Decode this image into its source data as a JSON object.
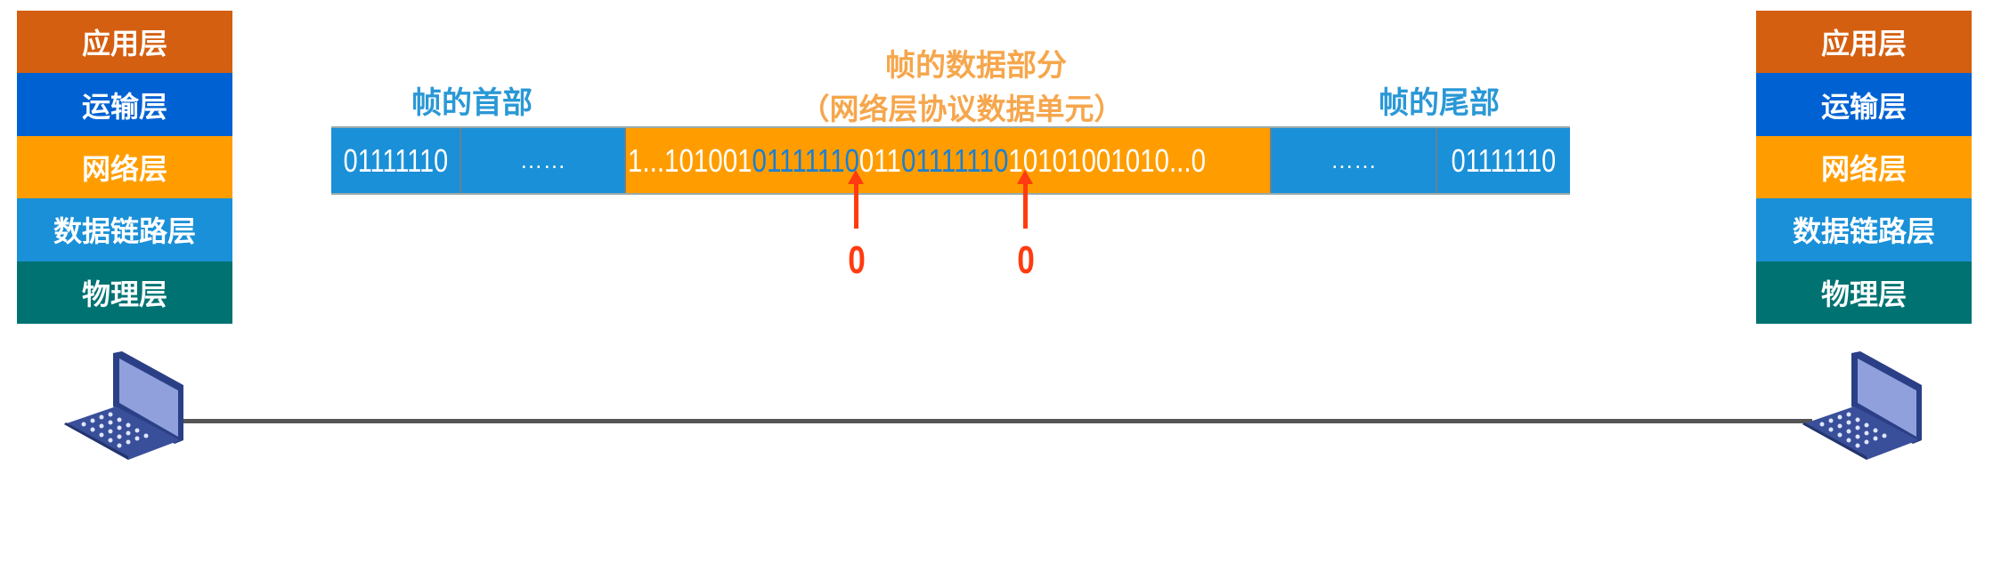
{
  "layers": [
    {
      "label": "应用层",
      "color": "#d45f10"
    },
    {
      "label": "运输层",
      "color": "#0062d2"
    },
    {
      "label": "网络层",
      "color": "#ff9d00"
    },
    {
      "label": "数据链路层",
      "color": "#1a90d8"
    },
    {
      "label": "物理层",
      "color": "#007272"
    }
  ],
  "frame": {
    "header_label": "帧的首部",
    "data_label": "帧的数据部分",
    "data_sublabel": "（网络层协议数据单元）",
    "trailer_label": "帧的尾部",
    "flag_start": "01111110",
    "header_ellipsis": "……",
    "data_parts": [
      "1...101001",
      "01111110",
      "011",
      "01111110",
      "10101001010...0"
    ],
    "trailer_ellipsis": "……",
    "flag_end": "01111110",
    "stuffed_bits": [
      "0",
      "0"
    ],
    "colors": {
      "header": "#1a90d8",
      "data": "#ff9d00",
      "highlight": "#1a7fd4",
      "arrow": "#ff3b10",
      "data_label": "#f6a64c",
      "header_label": "#2a98d6"
    }
  },
  "icons": {
    "host": "laptop-icon"
  }
}
